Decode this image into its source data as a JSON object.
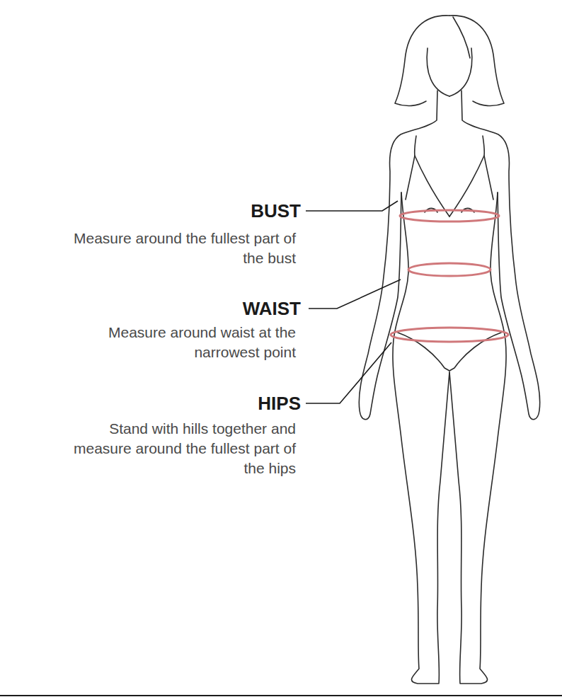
{
  "diagram": {
    "labels": [
      "BUST",
      "Measure around the fullest part of the bust",
      "WAIST",
      "Measure around waist at the narrowest point",
      "HIPS",
      "Stand with hills together and measure around the fullest part of the hips"
    ]
  }
}
